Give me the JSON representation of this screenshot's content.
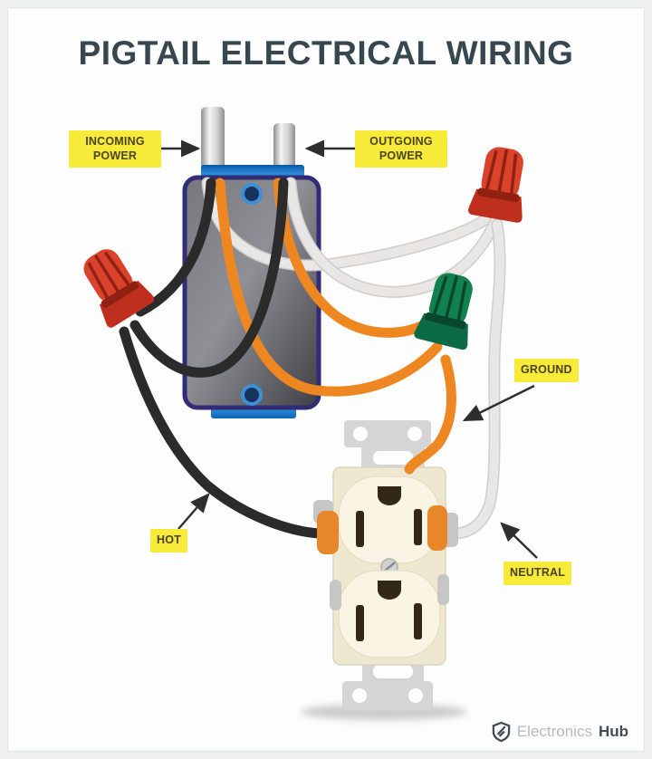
{
  "title": "PIGTAIL ELECTRICAL WIRING",
  "callouts": {
    "incoming_power": "INCOMING POWER",
    "outgoing_power": "OUTGOING POWER",
    "ground": "GROUND",
    "hot": "HOT",
    "neutral": "NEUTRAL"
  },
  "brand": {
    "prefix": "Electronics",
    "suffix": "Hub"
  },
  "colors": {
    "title-color": "#37474f",
    "label-bg": "#f7ea39",
    "label-text": "#4a4423",
    "arrow-color": "#2e2e2e",
    "wire-black": "#2b2b2b",
    "wire-orange": "#ee8722",
    "wire-white": "#e8e7e5",
    "wire-white-edge": "#cfcecc",
    "nut-red": "#da422c",
    "nut-red-deep": "#bf2f1e",
    "nut-red-dark": "#8f2012",
    "nut-green": "#12814f",
    "nut-green-deep": "#0c6b44",
    "nut-green-dark": "#07482f",
    "outlet-cream": "#efe8d0",
    "outlet-face": "#f9f4e3",
    "slot-dark": "#33271a",
    "strap-gray": "#d5d5d5",
    "terminal-orange": "#e8872a",
    "terminal-silver": "#c6c6c6",
    "brand-light": "#b3bac0",
    "brand-dark": "#434c54"
  }
}
